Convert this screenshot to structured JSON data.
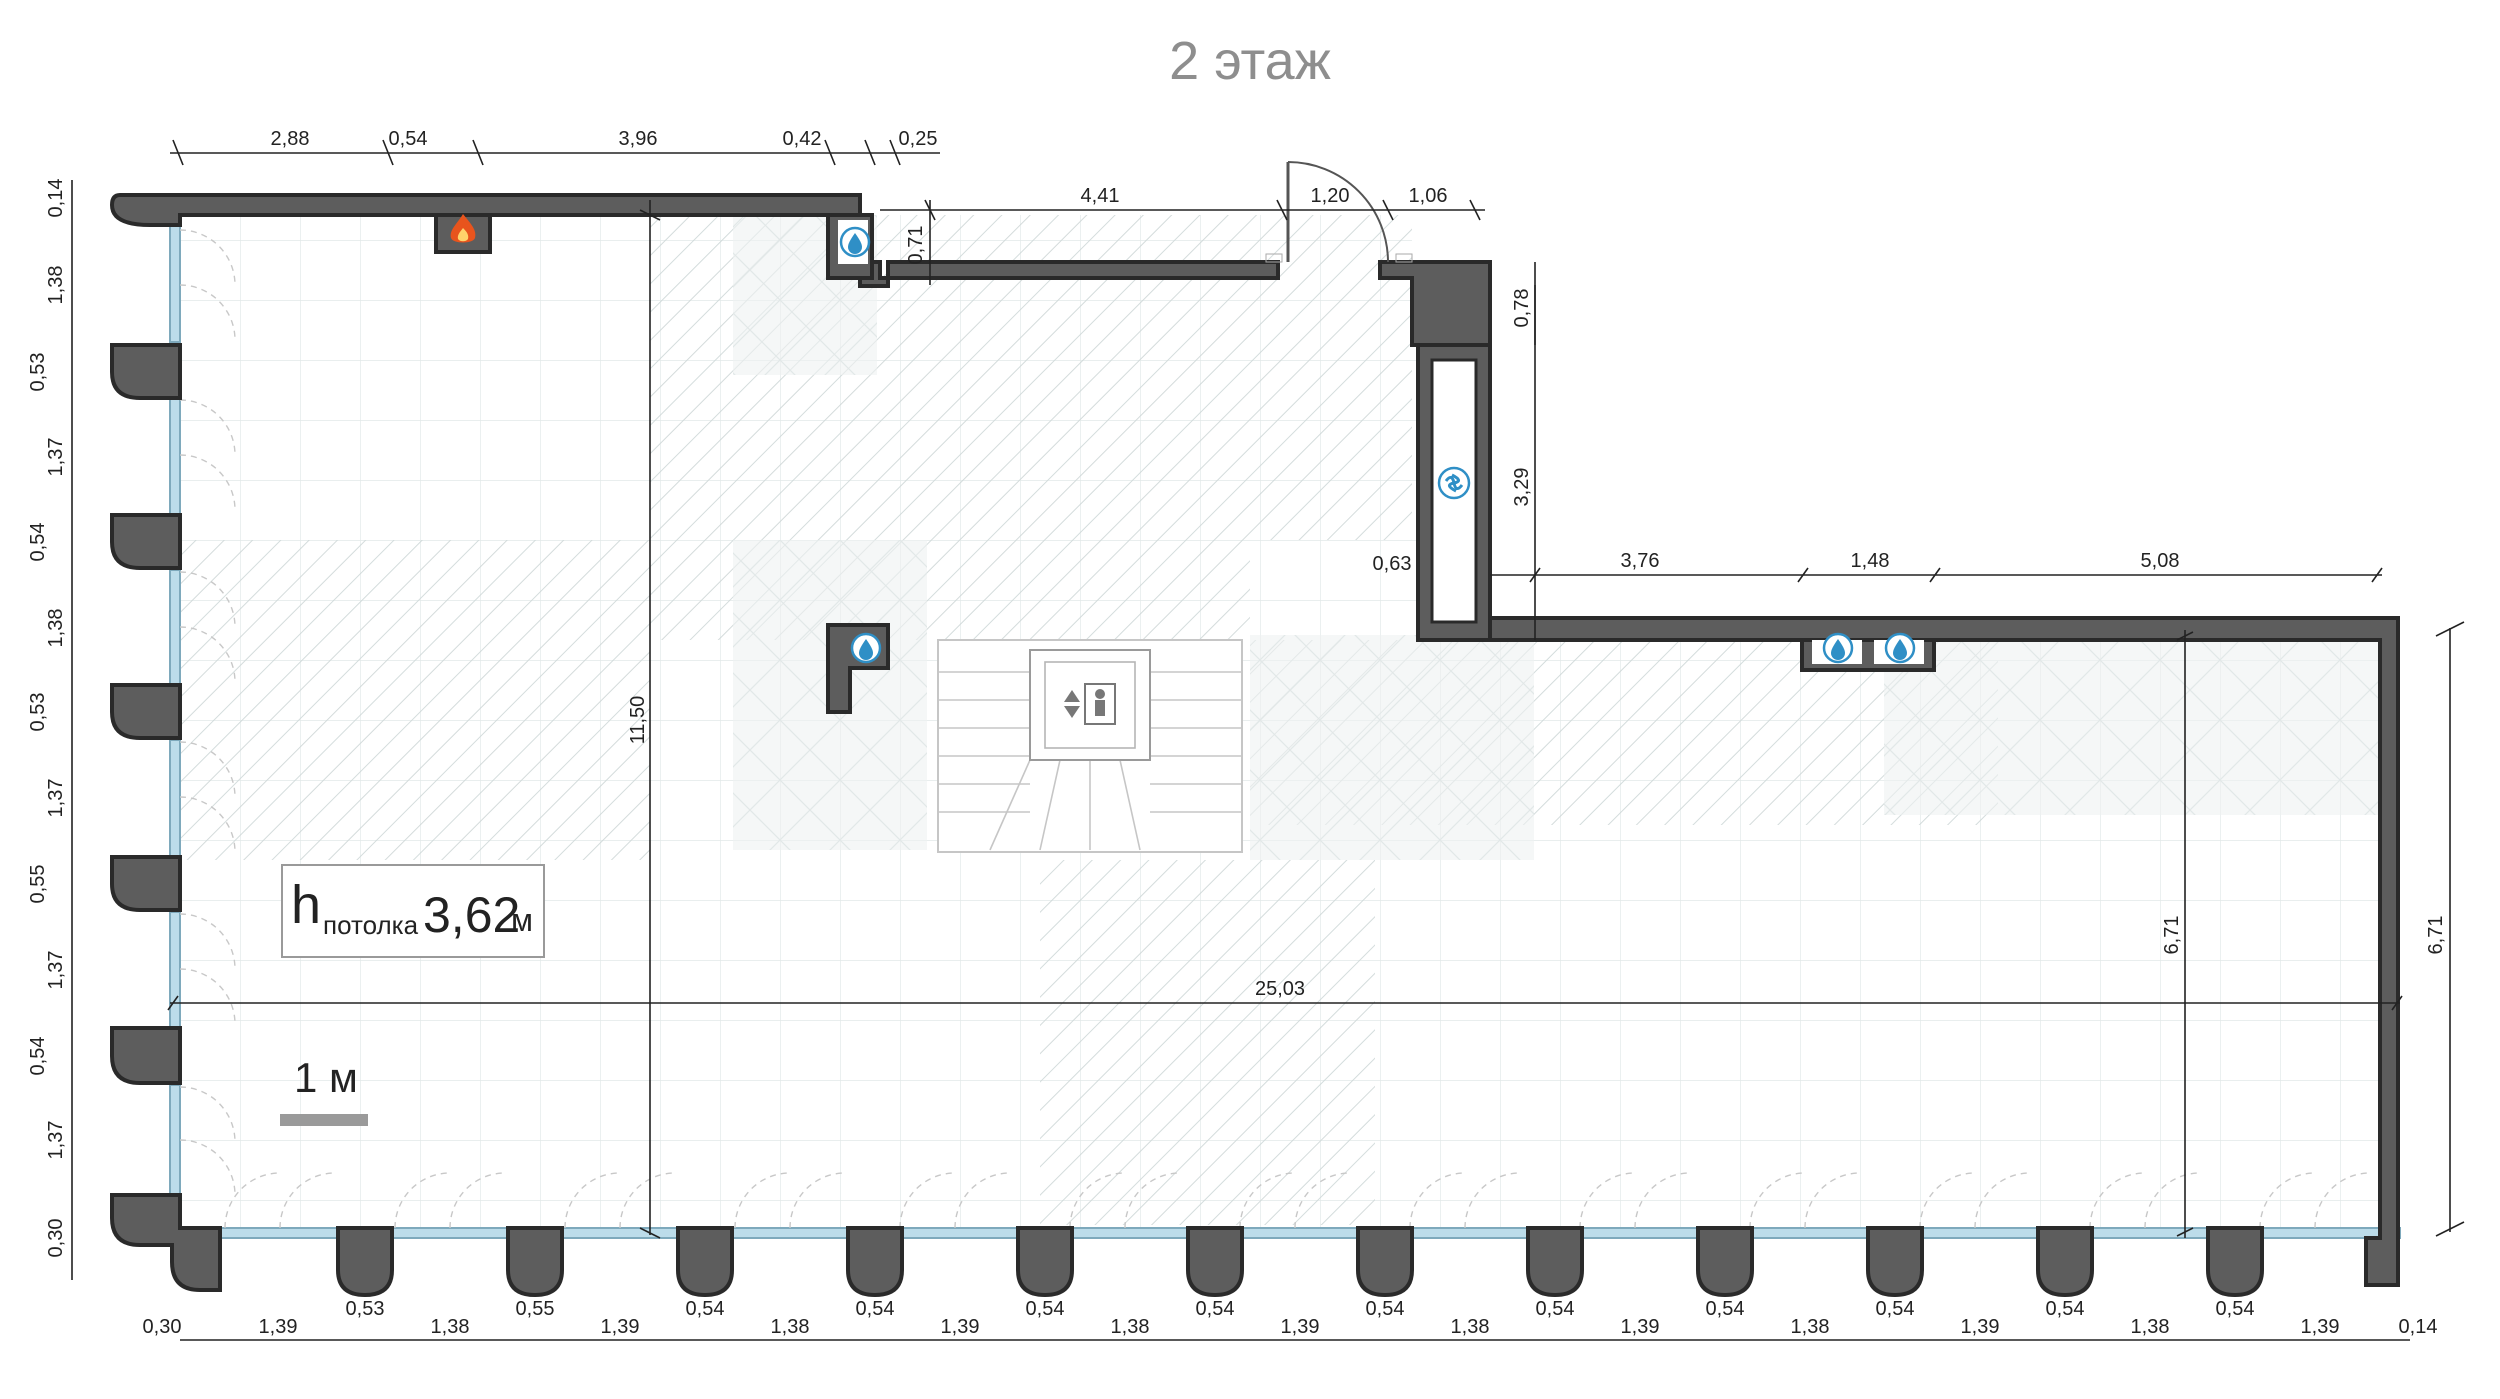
{
  "title": "2 этаж",
  "ceiling": {
    "h": "h",
    "sub": "потолка",
    "value": "3,62",
    "unit": "м"
  },
  "scale": {
    "label": "1 м"
  },
  "dims_top": [
    "2,88",
    "0,54",
    "3,96",
    "0,42",
    "0,25",
    "4,41",
    "1,20",
    "1,06",
    "0,71",
    "0,78"
  ],
  "dims_left": [
    "0,14",
    "1,38",
    "0,53",
    "1,37",
    "0,54",
    "1,38",
    "0,53",
    "1,37",
    "0,55",
    "1,37",
    "0,54",
    "1,37",
    "0,30"
  ],
  "dims_bottom": [
    "0,30",
    "1,39",
    "0,53",
    "1,38",
    "0,55",
    "1,39",
    "0,54",
    "1,38",
    "0,54",
    "1,39",
    "0,54",
    "1,38",
    "0,54",
    "1,39",
    "0,54",
    "1,38",
    "0,54",
    "1,39",
    "0,54",
    "1,38",
    "0,54",
    "1,39",
    "0,54",
    "1,38",
    "0,54",
    "1,39",
    "0,14"
  ],
  "dims_inner": {
    "height_left": "11,50",
    "width_total": "25,03",
    "height_right": "6,71",
    "height_right_outer": "6,71",
    "shaft_h": "3,29",
    "shaft_w": "0,63",
    "d1": "3,76",
    "d2": "1,48",
    "d3": "5,08"
  },
  "colors": {
    "wall": "#5d5d5d",
    "title": "#8e8e8e",
    "water": "#2f8fc6",
    "fire": "#e8541d",
    "glass": "#bcdcea"
  },
  "icons": [
    "fire-icon",
    "water-icon",
    "ventilation-icon",
    "elevator-icon"
  ]
}
